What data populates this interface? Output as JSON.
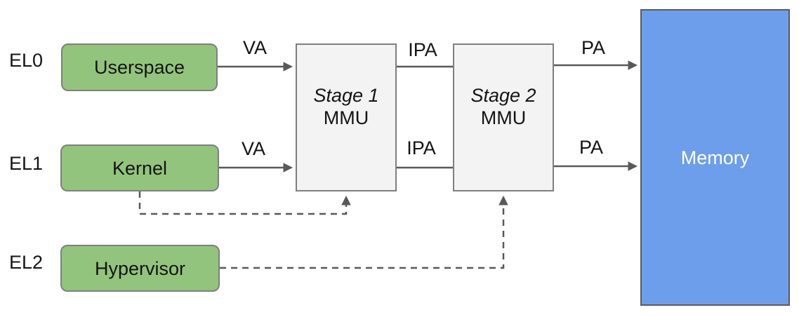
{
  "diagram": {
    "description": "Two-stage address translation diagram (ARM exception levels)",
    "exception_levels": {
      "el0": "EL0",
      "el1": "EL1",
      "el2": "EL2"
    },
    "nodes": {
      "userspace": {
        "label": "Userspace"
      },
      "kernel": {
        "label": "Kernel"
      },
      "hypervisor": {
        "label": "Hypervisor"
      },
      "stage1_mmu": {
        "line1": "Stage 1",
        "line2": "MMU"
      },
      "stage2_mmu": {
        "line1": "Stage 2",
        "line2": "MMU"
      },
      "memory": {
        "label": "Memory"
      }
    },
    "edge_labels": {
      "va_el0": "VA",
      "ipa_el0": "IPA",
      "pa_el0": "PA",
      "va_el1": "VA",
      "ipa_el1": "IPA",
      "pa_el1": "PA"
    },
    "colors": {
      "green_fill": "#93c47d",
      "gray_fill": "#f3f3f3",
      "blue_fill": "#6d9eeb",
      "border_gray": "#7f7f7f",
      "memory_border": "#5b5b5b",
      "line_gray": "#595959",
      "label_text": "#141414",
      "memory_text": "#ffffff",
      "background": "#ffffff"
    }
  }
}
